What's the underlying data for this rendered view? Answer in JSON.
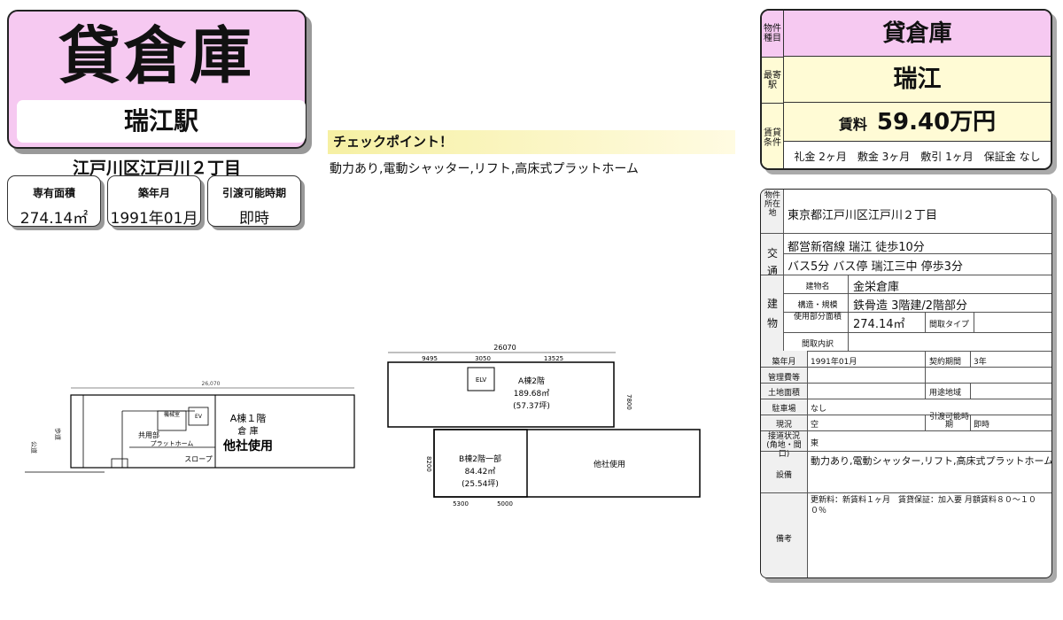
{
  "header": {
    "category": "貸倉庫",
    "station": "瑞江駅",
    "address": "江戸川区江戸川２丁目"
  },
  "summary": [
    {
      "label": "専有面積",
      "value": "274.14㎡"
    },
    {
      "label": "築年月",
      "value": "1991年01月"
    },
    {
      "label": "引渡可能時期",
      "value": "即時"
    }
  ],
  "checkpoint": {
    "title": "チェックポイント！",
    "text": "動力あり,電動シャッター,リフト,高床式プラットホーム"
  },
  "top_table": {
    "type_side": "物件種目",
    "type": "貸倉庫",
    "station_side": "最寄駅",
    "station": "瑞江",
    "rent_side": "賃貸条件",
    "rent_label": "賃料",
    "rent": "59.40万円",
    "terms": "礼金 2ヶ月　敷金 3ヶ月　敷引 1ヶ月　保証金 なし"
  },
  "detail": {
    "location_label": "物件所在地",
    "location": "東京都江戸川区江戸川２丁目",
    "transport_label": "交通",
    "transport1": "都営新宿線 瑞江 徒歩10分",
    "transport2": "バス5分 バス停 瑞江三中 停歩3分",
    "building_label": "建物",
    "name_label": "建物名",
    "name": "金栄倉庫",
    "structure_label": "構造・規模",
    "structure": "鉄骨造 3階建/2階部分",
    "area_label": "使用部分面積",
    "area": "274.14㎡",
    "layout_label": "間取タイプ",
    "layout_detail_label": "間取内訳",
    "built_label": "築年月",
    "built": "1991年01月",
    "contract_label": "契約期間",
    "contract": "3年",
    "mgmt_label": "管理費等",
    "land_label": "土地面積",
    "zoning_label": "用途地域",
    "parking_label": "駐車場",
    "parking": "なし",
    "status_label": "現況",
    "status": "空",
    "handover_label": "引渡可能時期",
    "handover": "即時",
    "road_label": "接道状況(角地・間口)",
    "road": "東",
    "equip_label": "設備",
    "equip": "動力あり,電動シャッター,リフト,高床式プラットホーム",
    "notes_label": "備考",
    "notes": "更新料：新賃料１ヶ月　賃貸保証：加入要 月額賃料８０～１００％"
  },
  "plan1": {
    "total": "26,070",
    "road": "公道",
    "walk": "歩道",
    "title": "A棟１階",
    "use": "倉 庫",
    "other": "他社使用",
    "shared": "共用部",
    "platform": "プラットホーム",
    "slope": "スロープ",
    "machine": "機械室",
    "ev": "EV"
  },
  "plan2": {
    "total": "26070",
    "d1": "9495",
    "d2": "3050",
    "d3": "13525",
    "height": "7800",
    "elv": "ELV",
    "a_title": "A棟2階",
    "a_area": "189.68㎡",
    "a_tsubo": "(57.37坪)",
    "b_title": "B棟2階一部",
    "b_area": "84.42㎡",
    "b_tsubo": "(25.54坪)",
    "other": "他社使用",
    "b_height": "8200",
    "b1": "5300",
    "b2": "5000"
  }
}
